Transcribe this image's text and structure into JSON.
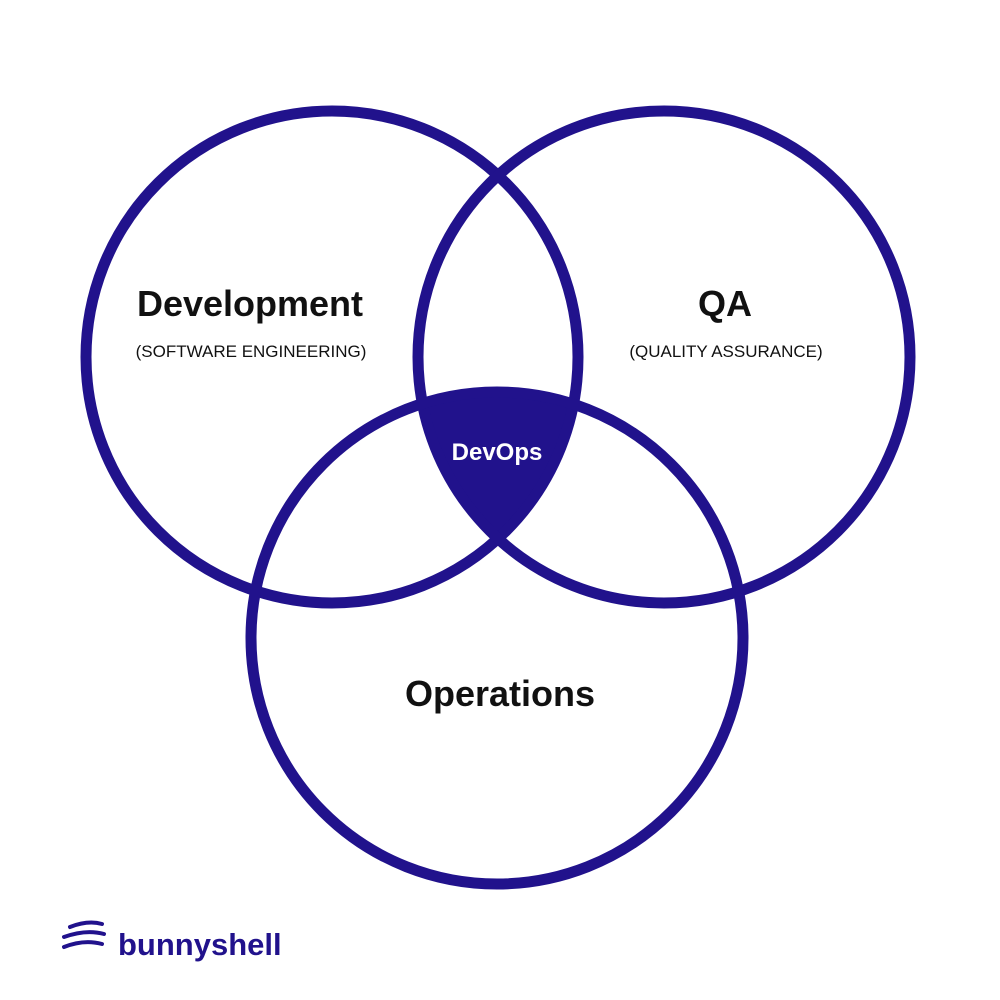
{
  "diagram": {
    "colors": {
      "primary": "#21128c",
      "text": "#111111",
      "center_text": "#ffffff",
      "background": "#ffffff"
    },
    "sets": [
      {
        "id": "development",
        "title": "Development",
        "subtitle": "(SOFTWARE ENGINEERING)"
      },
      {
        "id": "qa",
        "title": "QA",
        "subtitle": "(QUALITY ASSURANCE)"
      },
      {
        "id": "operations",
        "title": "Operations",
        "subtitle": ""
      }
    ],
    "center_label": "DevOps"
  },
  "brand": {
    "name": "bunnyshell",
    "logo_icon": "bunnyshell-waves-icon"
  }
}
